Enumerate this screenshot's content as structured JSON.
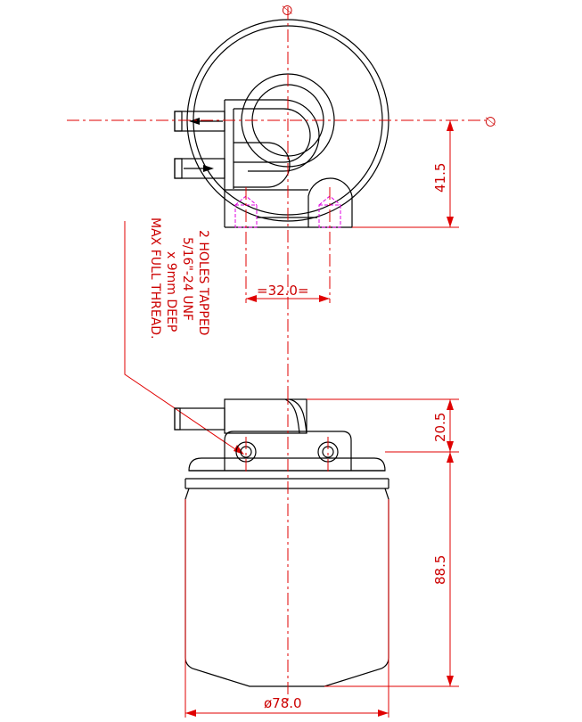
{
  "colors": {
    "outline": "#000000",
    "dimension": "#e00000",
    "hidden_thread": "#e000e0",
    "background": "#ffffff"
  },
  "dimensions": {
    "top_height": "41.5",
    "hole_spacing": "=32.0=",
    "head_height": "20.5",
    "body_height": "88.5",
    "diameter": "ø78.0"
  },
  "note": {
    "line1": "2 HOLES TAPPED",
    "line2": "5/16\"-24 UNF",
    "line3": "x 9mm DEEP",
    "line4": "MAX FULL THREAD."
  },
  "section_markers": {
    "top": "∅",
    "right": "∅"
  }
}
